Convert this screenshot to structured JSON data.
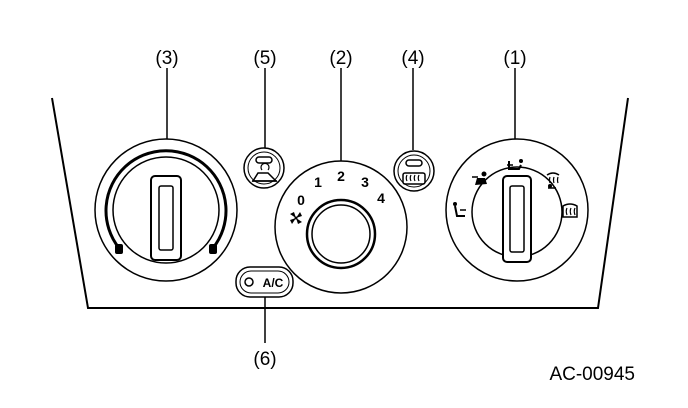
{
  "callouts": {
    "c1": "(1)",
    "c2": "(2)",
    "c3": "(3)",
    "c4": "(4)",
    "c5": "(5)",
    "c6": "(6)"
  },
  "fan_speeds": [
    "0",
    "1",
    "2",
    "3",
    "4"
  ],
  "ac_button_label": "A/C",
  "figure_code": "AC-00945",
  "icons": {
    "recirc_button": "recirculation-icon",
    "rear_defog_button": "rear-defogger-icon",
    "fan_low": "fan-icon",
    "mode_face": "face-vent-icon",
    "mode_bilevel": "bilevel-vent-icon",
    "mode_foot": "foot-vent-icon",
    "mode_foot_defrost": "foot-defrost-icon",
    "mode_defrost": "defrost-icon"
  },
  "colors": {
    "line": "#000000",
    "background": "#ffffff"
  }
}
